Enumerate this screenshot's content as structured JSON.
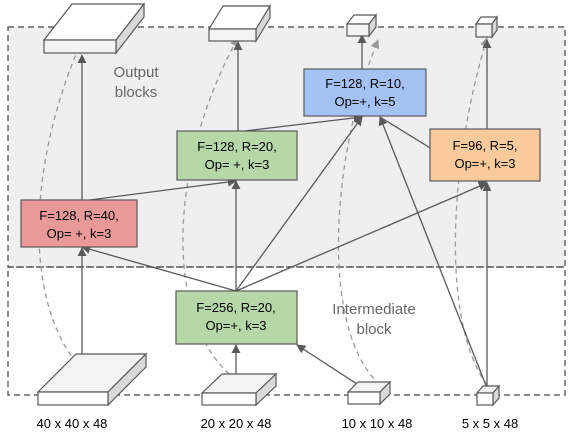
{
  "regions": {
    "output": {
      "label_line1": "Output",
      "label_line2": "blocks"
    },
    "intermediate": {
      "label_line1": "Intermediate",
      "label_line2": "block"
    }
  },
  "blocks": {
    "red": {
      "line1": "F=128, R=40,",
      "line2": "Op= +, k=3",
      "fill": "#ea9999"
    },
    "green_top": {
      "line1": "F=128, R=20,",
      "line2": "Op= +, k=3",
      "fill": "#b6d7a8"
    },
    "blue": {
      "line1": "F=128, R=10,",
      "line2": "Op=+, k=5",
      "fill": "#a4c2f4"
    },
    "orange": {
      "line1": "F=96, R=5,",
      "line2": "Op=+, k=3",
      "fill": "#f9cb9c"
    },
    "green_mid": {
      "line1": "F=256, R=20,",
      "line2": "Op=+, k=3",
      "fill": "#b6d7a8"
    }
  },
  "inputs": [
    {
      "label": "40 x 40 x 48"
    },
    {
      "label": "20 x 20 x 48"
    },
    {
      "label": "10 x 10 x 48"
    },
    {
      "label": "5 x 5 x 48"
    }
  ],
  "colors": {
    "output_region_bg": "#efefef",
    "arrow": "#595959",
    "dashed_arrow": "#999999",
    "box_stroke": "#595959"
  }
}
